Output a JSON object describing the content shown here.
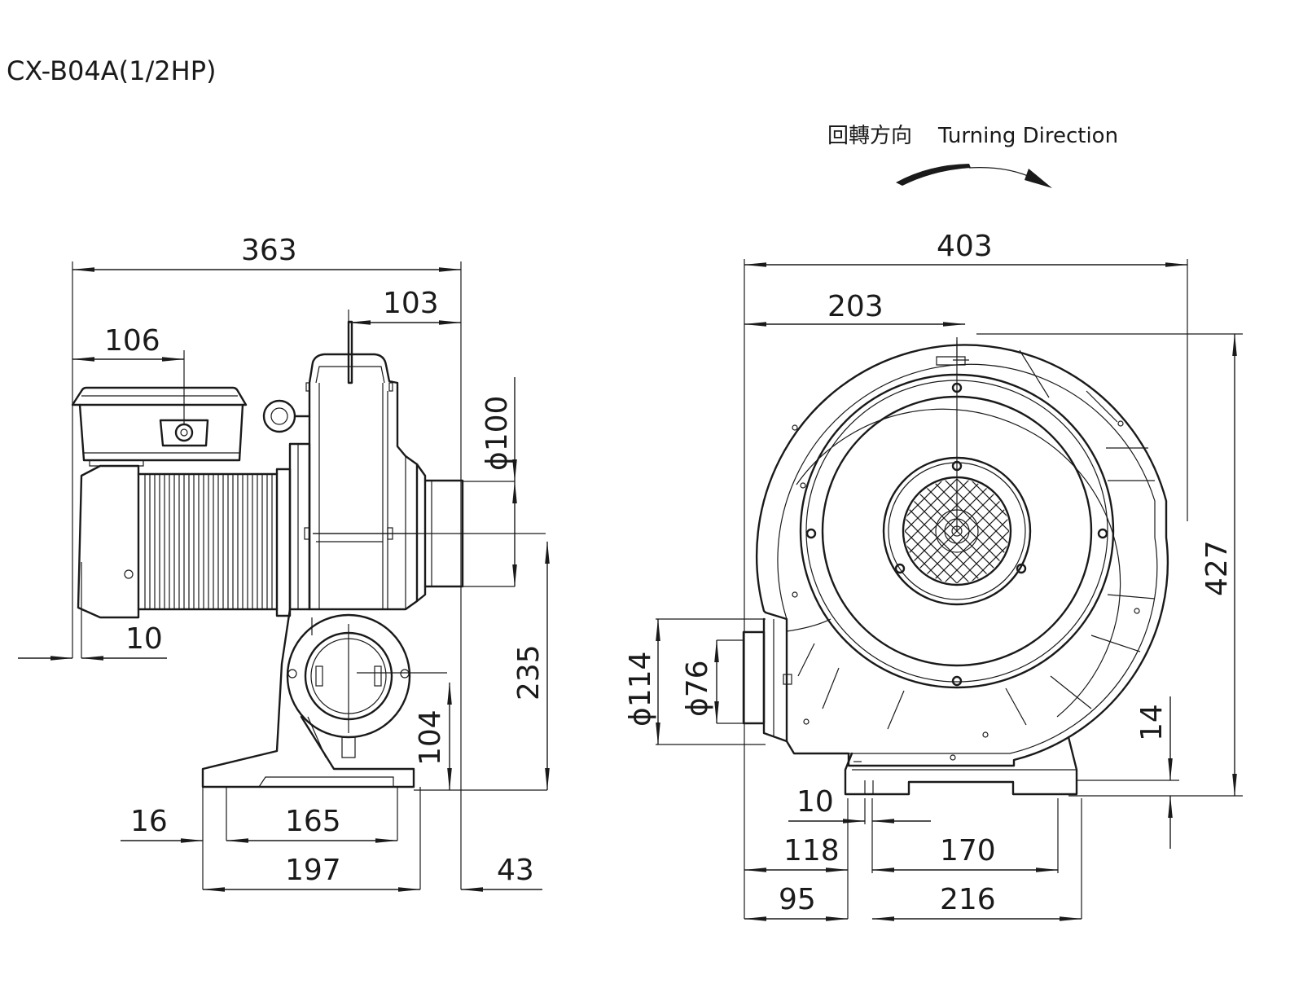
{
  "title": "CX-B04A(1/2HP)",
  "rotation": {
    "label_zh": "回轉方向",
    "label_en": "Turning Direction"
  },
  "side_view": {
    "dims": {
      "overall_length": "363",
      "outlet_offset": "103",
      "box_offset": "106",
      "base_gap": "10",
      "outlet_diameter": "ϕ100",
      "outlet_height": "235",
      "inlet_height": "104",
      "base_edge": "16",
      "hole_spacing": "165",
      "base_length": "197",
      "outlet_projection": "43"
    }
  },
  "front_view": {
    "dims": {
      "overall_width": "403",
      "center_offset": "203",
      "overall_height": "427",
      "flange_diameter": "ϕ114",
      "inlet_diameter": "ϕ76",
      "base_height": "14",
      "slot_width": "10",
      "hole_offset": "118",
      "hole_spacing": "170",
      "base_offset": "95",
      "base_width": "216"
    }
  }
}
